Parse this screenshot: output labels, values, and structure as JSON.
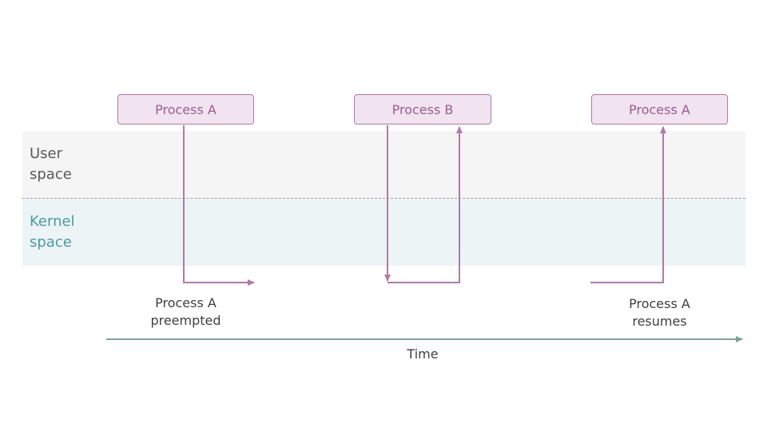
{
  "zones": {
    "user": "User\nspace",
    "kernel": "Kernel\nspace"
  },
  "processes": [
    {
      "label": "Process A"
    },
    {
      "label": "Process B"
    },
    {
      "label": "Process A"
    }
  ],
  "annotations": {
    "preempted": "Process A\npreempted",
    "resumes": "Process A\nresumes"
  },
  "time_axis": {
    "label": "Time"
  },
  "colors": {
    "process_fill": "#f1e3ef",
    "process_border": "#b07aa8",
    "process_text": "#9b5c94",
    "user_band": "#f5f5f5",
    "kernel_band": "#ecf4f5",
    "kernel_text": "#4b9aa0",
    "time_axis": "#7aa39b"
  }
}
